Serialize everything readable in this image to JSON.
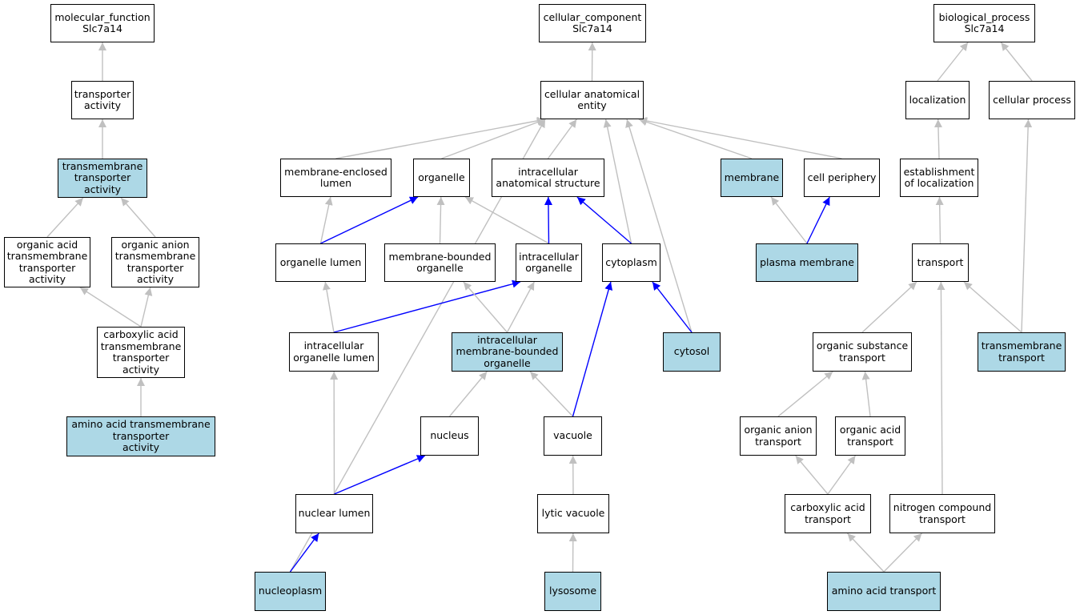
{
  "colors": {
    "highlight": "#add8e6",
    "node_bg": "#ffffff",
    "edge_is_a": "#c0c0c0",
    "edge_part_of": "#0000ff"
  },
  "nodes": {
    "mf_root": {
      "label": "molecular_function\nSlc7a14",
      "highlighted": false
    },
    "transporter_activity": {
      "label": "transporter\nactivity",
      "highlighted": false
    },
    "tm_transporter_activity": {
      "label": "transmembrane\ntransporter\nactivity",
      "highlighted": true
    },
    "organic_acid_tm": {
      "label": "organic acid\ntransmembrane\ntransporter\nactivity",
      "highlighted": false
    },
    "organic_anion_tm": {
      "label": "organic anion\ntransmembrane\ntransporter\nactivity",
      "highlighted": false
    },
    "carboxylic_acid_tm": {
      "label": "carboxylic acid\ntransmembrane\ntransporter\nactivity",
      "highlighted": false
    },
    "amino_acid_tm": {
      "label": "amino acid transmembrane\ntransporter\nactivity",
      "highlighted": true
    },
    "cc_root": {
      "label": "cellular_component\nSlc7a14",
      "highlighted": false
    },
    "cellular_anatomical_entity": {
      "label": "cellular anatomical\nentity",
      "highlighted": false
    },
    "membrane_enclosed_lumen": {
      "label": "membrane-enclosed\nlumen",
      "highlighted": false
    },
    "organelle": {
      "label": "organelle",
      "highlighted": false
    },
    "intracellular_anatomical_structure": {
      "label": "intracellular\nanatomical structure",
      "highlighted": false
    },
    "membrane": {
      "label": "membrane",
      "highlighted": true
    },
    "cell_periphery": {
      "label": "cell periphery",
      "highlighted": false
    },
    "organelle_lumen": {
      "label": "organelle lumen",
      "highlighted": false
    },
    "membrane_bounded_organelle": {
      "label": "membrane-bounded\norganelle",
      "highlighted": false
    },
    "intracellular_organelle": {
      "label": "intracellular\norganelle",
      "highlighted": false
    },
    "cytoplasm": {
      "label": "cytoplasm",
      "highlighted": false
    },
    "plasma_membrane": {
      "label": "plasma membrane",
      "highlighted": true
    },
    "intracellular_organelle_lumen": {
      "label": "intracellular\norganelle lumen",
      "highlighted": false
    },
    "intracellular_mb_organelle": {
      "label": "intracellular\nmembrane-bounded\norganelle",
      "highlighted": true
    },
    "cytosol": {
      "label": "cytosol",
      "highlighted": true
    },
    "nucleus": {
      "label": "nucleus",
      "highlighted": false
    },
    "vacuole": {
      "label": "vacuole",
      "highlighted": false
    },
    "nuclear_lumen": {
      "label": "nuclear lumen",
      "highlighted": false
    },
    "lytic_vacuole": {
      "label": "lytic vacuole",
      "highlighted": false
    },
    "nucleoplasm": {
      "label": "nucleoplasm",
      "highlighted": true
    },
    "lysosome": {
      "label": "lysosome",
      "highlighted": true
    },
    "bp_root": {
      "label": "biological_process\nSlc7a14",
      "highlighted": false
    },
    "localization": {
      "label": "localization",
      "highlighted": false
    },
    "cellular_process": {
      "label": "cellular process",
      "highlighted": false
    },
    "establishment_of_localization": {
      "label": "establishment\nof localization",
      "highlighted": false
    },
    "transport": {
      "label": "transport",
      "highlighted": false
    },
    "organic_substance_transport": {
      "label": "organic substance\ntransport",
      "highlighted": false
    },
    "transmembrane_transport": {
      "label": "transmembrane\ntransport",
      "highlighted": true
    },
    "organic_anion_transport": {
      "label": "organic anion\ntransport",
      "highlighted": false
    },
    "organic_acid_transport": {
      "label": "organic acid\ntransport",
      "highlighted": false
    },
    "carboxylic_acid_transport": {
      "label": "carboxylic acid\ntransport",
      "highlighted": false
    },
    "nitrogen_compound_transport": {
      "label": "nitrogen compound\ntransport",
      "highlighted": false
    },
    "amino_acid_transport": {
      "label": "amino acid transport",
      "highlighted": true
    }
  },
  "edges": [
    {
      "from": "transporter_activity",
      "to": "mf_root",
      "type": "is_a"
    },
    {
      "from": "tm_transporter_activity",
      "to": "transporter_activity",
      "type": "is_a"
    },
    {
      "from": "organic_acid_tm",
      "to": "tm_transporter_activity",
      "type": "is_a"
    },
    {
      "from": "organic_anion_tm",
      "to": "tm_transporter_activity",
      "type": "is_a"
    },
    {
      "from": "carboxylic_acid_tm",
      "to": "organic_acid_tm",
      "type": "is_a"
    },
    {
      "from": "carboxylic_acid_tm",
      "to": "organic_anion_tm",
      "type": "is_a"
    },
    {
      "from": "amino_acid_tm",
      "to": "carboxylic_acid_tm",
      "type": "is_a"
    },
    {
      "from": "cellular_anatomical_entity",
      "to": "cc_root",
      "type": "is_a"
    },
    {
      "from": "membrane_enclosed_lumen",
      "to": "cellular_anatomical_entity",
      "type": "is_a"
    },
    {
      "from": "organelle",
      "to": "cellular_anatomical_entity",
      "type": "is_a"
    },
    {
      "from": "intracellular_anatomical_structure",
      "to": "cellular_anatomical_entity",
      "type": "is_a"
    },
    {
      "from": "membrane",
      "to": "cellular_anatomical_entity",
      "type": "is_a"
    },
    {
      "from": "cell_periphery",
      "to": "cellular_anatomical_entity",
      "type": "is_a"
    },
    {
      "from": "cytoplasm",
      "to": "cellular_anatomical_entity",
      "type": "is_a"
    },
    {
      "from": "cytosol",
      "to": "cellular_anatomical_entity",
      "type": "is_a"
    },
    {
      "from": "nucleoplasm",
      "to": "cellular_anatomical_entity",
      "type": "is_a"
    },
    {
      "from": "organelle_lumen",
      "to": "membrane_enclosed_lumen",
      "type": "is_a"
    },
    {
      "from": "organelle_lumen",
      "to": "organelle",
      "type": "part_of"
    },
    {
      "from": "membrane_bounded_organelle",
      "to": "organelle",
      "type": "is_a"
    },
    {
      "from": "intracellular_organelle",
      "to": "organelle",
      "type": "is_a"
    },
    {
      "from": "intracellular_organelle",
      "to": "intracellular_anatomical_structure",
      "type": "part_of"
    },
    {
      "from": "cytoplasm",
      "to": "intracellular_anatomical_structure",
      "type": "part_of"
    },
    {
      "from": "plasma_membrane",
      "to": "membrane",
      "type": "is_a"
    },
    {
      "from": "plasma_membrane",
      "to": "cell_periphery",
      "type": "part_of"
    },
    {
      "from": "intracellular_organelle_lumen",
      "to": "organelle_lumen",
      "type": "is_a"
    },
    {
      "from": "intracellular_organelle_lumen",
      "to": "intracellular_organelle",
      "type": "part_of"
    },
    {
      "from": "intracellular_mb_organelle",
      "to": "membrane_bounded_organelle",
      "type": "is_a"
    },
    {
      "from": "intracellular_mb_organelle",
      "to": "intracellular_organelle",
      "type": "is_a"
    },
    {
      "from": "cytosol",
      "to": "cytoplasm",
      "type": "part_of"
    },
    {
      "from": "nucleus",
      "to": "intracellular_mb_organelle",
      "type": "is_a"
    },
    {
      "from": "vacuole",
      "to": "intracellular_mb_organelle",
      "type": "is_a"
    },
    {
      "from": "vacuole",
      "to": "cytoplasm",
      "type": "part_of"
    },
    {
      "from": "nuclear_lumen",
      "to": "intracellular_organelle_lumen",
      "type": "is_a"
    },
    {
      "from": "nuclear_lumen",
      "to": "nucleus",
      "type": "part_of"
    },
    {
      "from": "lytic_vacuole",
      "to": "vacuole",
      "type": "is_a"
    },
    {
      "from": "nucleoplasm",
      "to": "nuclear_lumen",
      "type": "part_of"
    },
    {
      "from": "lysosome",
      "to": "lytic_vacuole",
      "type": "is_a"
    },
    {
      "from": "localization",
      "to": "bp_root",
      "type": "is_a"
    },
    {
      "from": "cellular_process",
      "to": "bp_root",
      "type": "is_a"
    },
    {
      "from": "establishment_of_localization",
      "to": "localization",
      "type": "is_a"
    },
    {
      "from": "transport",
      "to": "establishment_of_localization",
      "type": "is_a"
    },
    {
      "from": "transmembrane_transport",
      "to": "cellular_process",
      "type": "is_a"
    },
    {
      "from": "organic_substance_transport",
      "to": "transport",
      "type": "is_a"
    },
    {
      "from": "transmembrane_transport",
      "to": "transport",
      "type": "is_a"
    },
    {
      "from": "nitrogen_compound_transport",
      "to": "transport",
      "type": "is_a"
    },
    {
      "from": "organic_anion_transport",
      "to": "organic_substance_transport",
      "type": "is_a"
    },
    {
      "from": "organic_acid_transport",
      "to": "organic_substance_transport",
      "type": "is_a"
    },
    {
      "from": "carboxylic_acid_transport",
      "to": "organic_anion_transport",
      "type": "is_a"
    },
    {
      "from": "carboxylic_acid_transport",
      "to": "organic_acid_transport",
      "type": "is_a"
    },
    {
      "from": "amino_acid_transport",
      "to": "carboxylic_acid_transport",
      "type": "is_a"
    },
    {
      "from": "amino_acid_transport",
      "to": "nitrogen_compound_transport",
      "type": "is_a"
    }
  ]
}
